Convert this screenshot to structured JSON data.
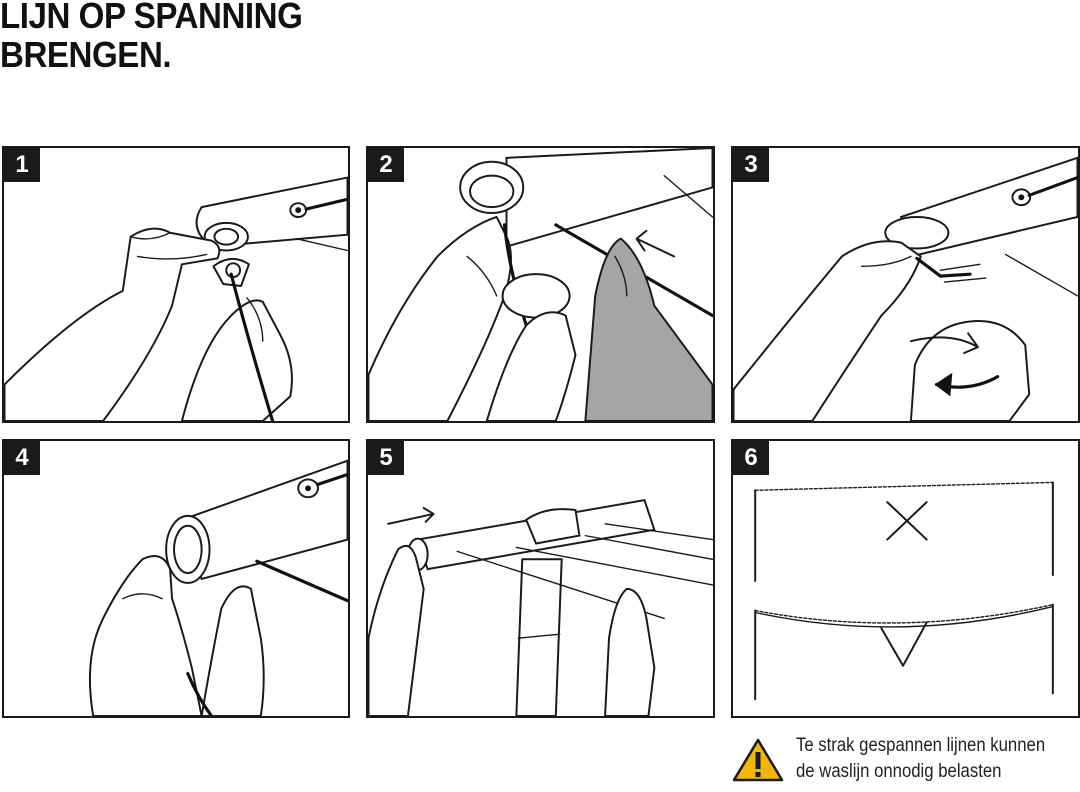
{
  "title": {
    "line1": "LIJN OP SPANNING",
    "line2": "BRENGEN."
  },
  "steps": [
    {
      "number": "1"
    },
    {
      "number": "2"
    },
    {
      "number": "3"
    },
    {
      "number": "4"
    },
    {
      "number": "5"
    },
    {
      "number": "6"
    }
  ],
  "step6": {
    "wrong_mark": "✕",
    "right_mark": "✓"
  },
  "warning": {
    "icon": "warning-triangle-icon",
    "color": "#f2b705",
    "line1": "Te strak gespannen lijnen kunnen",
    "line2": "de waslijn onnodig belasten"
  }
}
